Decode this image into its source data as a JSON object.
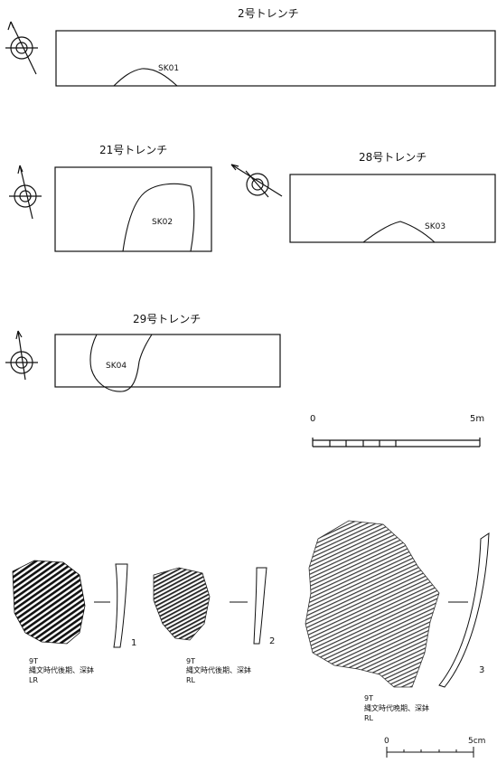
{
  "trenches": {
    "t2": {
      "title": "2号トレンチ",
      "feature": "SK01"
    },
    "t21": {
      "title": "21号トレンチ",
      "feature": "SK02"
    },
    "t28": {
      "title": "28号トレンチ",
      "feature": "SK03"
    },
    "t29": {
      "title": "29号トレンチ",
      "feature": "SK04"
    }
  },
  "scale_m": {
    "start": "0",
    "end": "5m"
  },
  "sherds": [
    {
      "num": "1",
      "trench": "9T",
      "desc": "縄文時代後期、深鉢",
      "code": "LR"
    },
    {
      "num": "2",
      "trench": "9T",
      "desc": "縄文時代後期、深鉢",
      "code": "RL"
    },
    {
      "num": "3",
      "trench": "9T",
      "desc": "縄文時代晩期、深鉢",
      "code": "RL"
    }
  ],
  "scale_cm": {
    "start": "0",
    "end": "5cm"
  }
}
